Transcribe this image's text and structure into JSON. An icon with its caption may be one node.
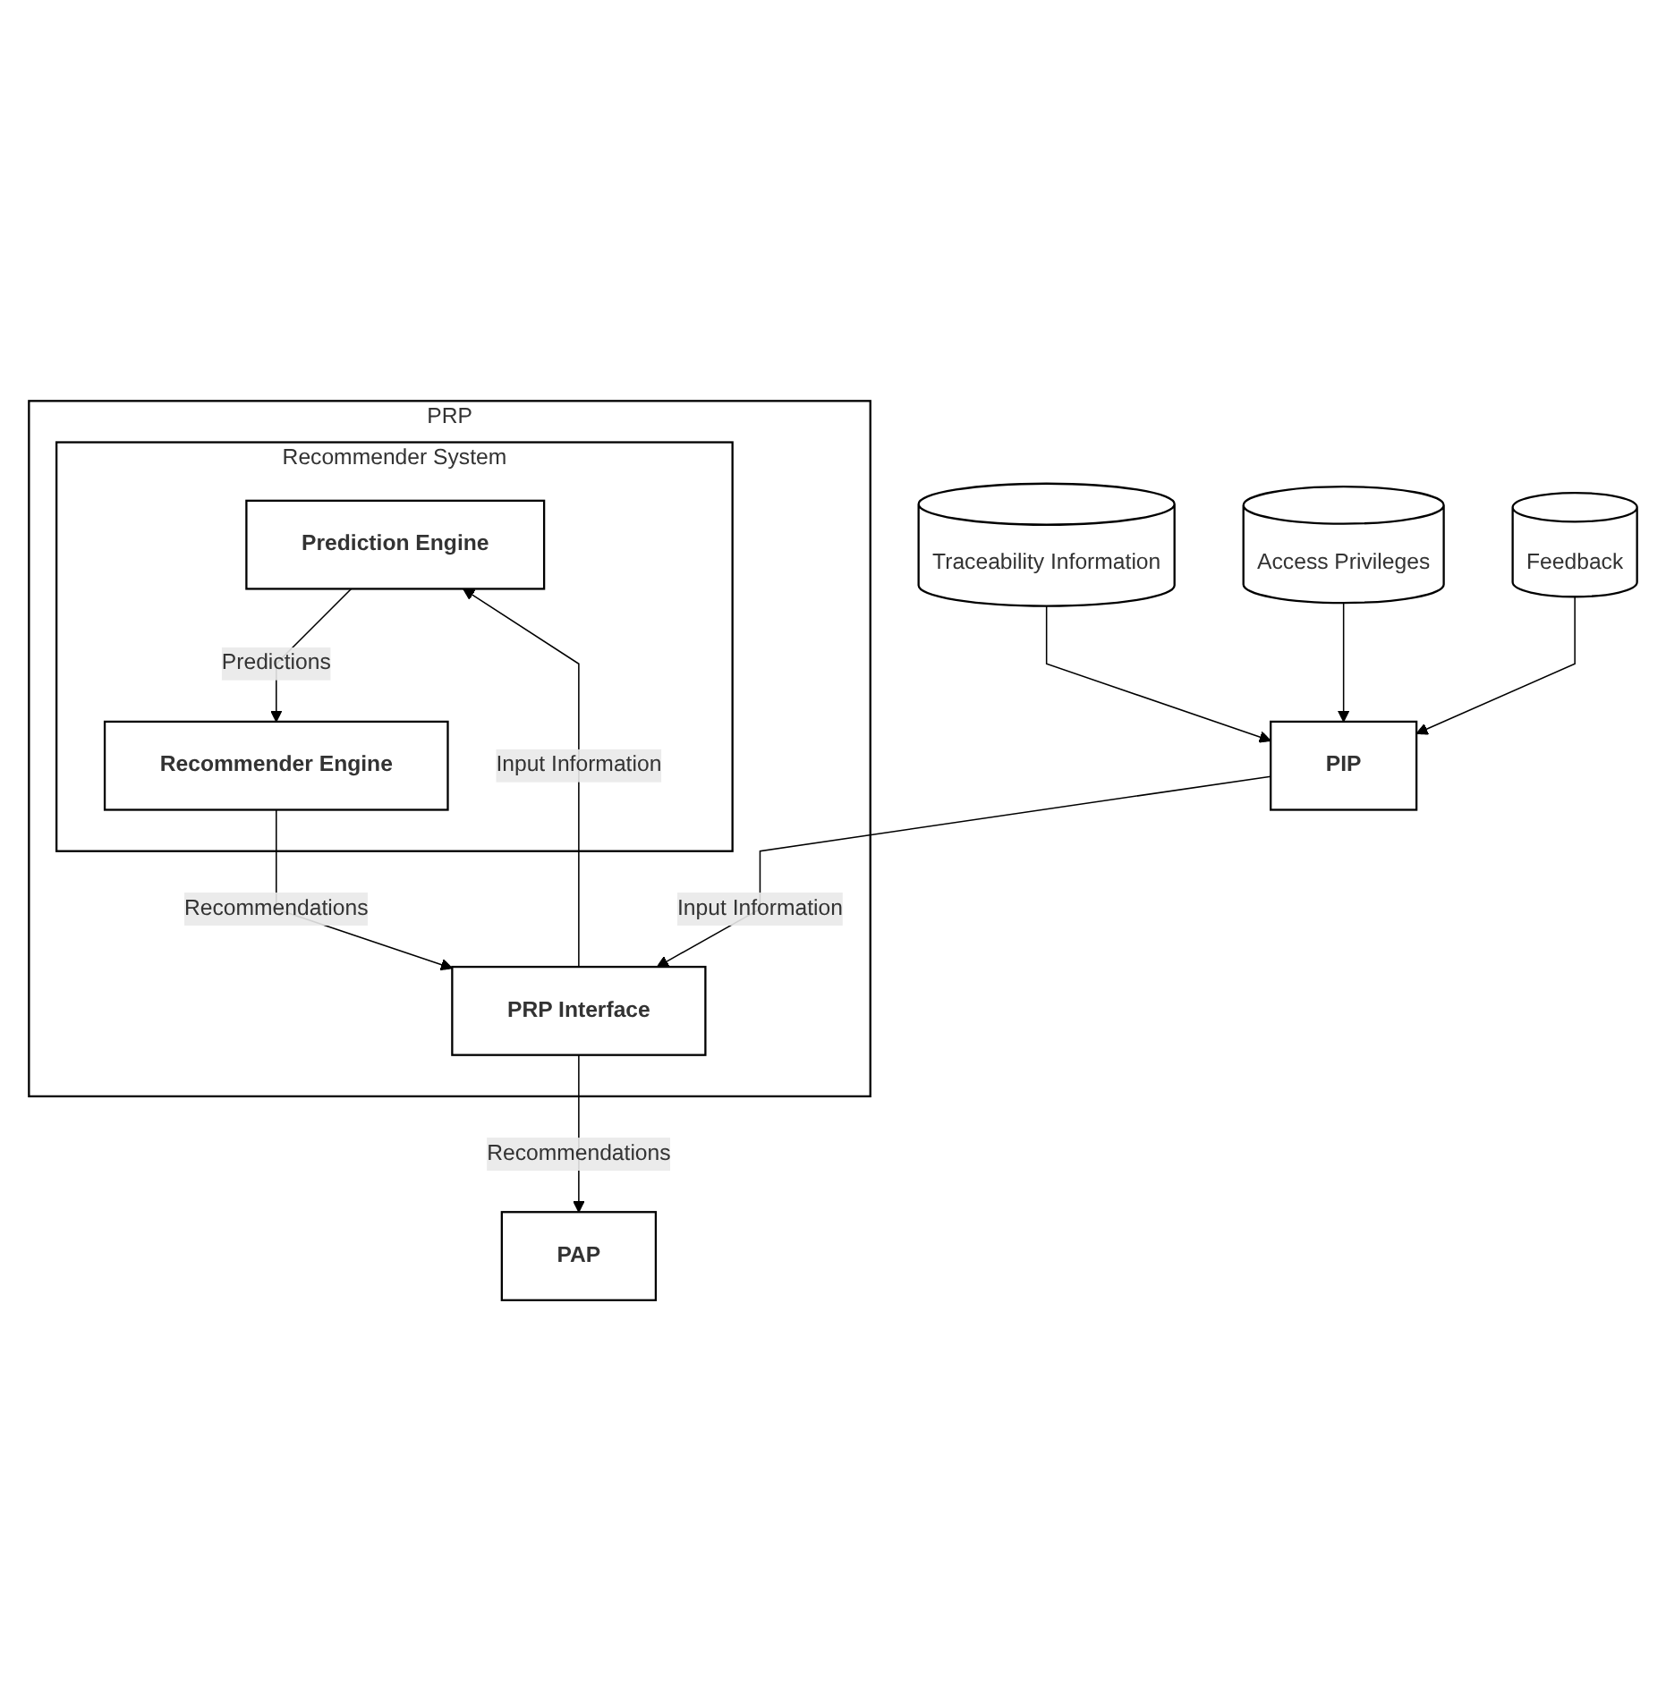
{
  "diagram": {
    "nodes": [
      {
        "text": [
          "PRP"
        ]
      },
      {
        "text": [
          "Recommender System"
        ],
        "in": 0
      },
      {
        "text": [
          "Prediction Engine"
        ],
        "in": 1
      },
      {
        "text": [
          "Recommender Engine"
        ],
        "in": 1
      },
      {
        "text": [
          "PRP Interface"
        ],
        "in": 0
      },
      {
        "text": [
          "PIP"
        ]
      },
      {
        "text": [
          "PAP"
        ]
      },
      {
        "text": [
          "Traceability Information"
        ]
      },
      {
        "text": [
          "Access Privileges"
        ]
      },
      {
        "text": [
          "Feedback"
        ]
      }
    ],
    "edges": [
      {
        "from": 2,
        "to": 3,
        "label": "Predictions",
        "arrow": "to"
      },
      {
        "from": 4,
        "to": 2,
        "label": "Input Information",
        "arrow": "to"
      },
      {
        "from": 3,
        "to": 4,
        "label": "Recommendations",
        "arrow": "to"
      },
      {
        "from": 5,
        "to": 4,
        "label": "Input Information",
        "arrow": "to"
      },
      {
        "from": 4,
        "to": 6,
        "label": "Recommendations",
        "arrow": "to"
      },
      {
        "from": 7,
        "to": 5,
        "arrow": "to"
      },
      {
        "from": 8,
        "to": 5,
        "arrow": "to"
      },
      {
        "from": 9,
        "to": 5,
        "arrow": "to"
      }
    ]
  }
}
